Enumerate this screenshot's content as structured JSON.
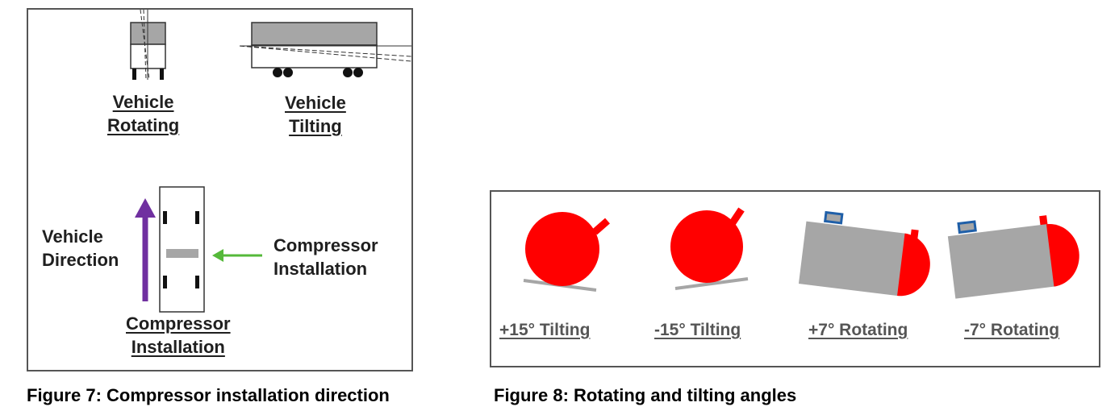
{
  "figure7": {
    "labels": {
      "vehicle_rotating": [
        "Vehicle",
        "Rotating"
      ],
      "vehicle_tilting": [
        "Vehicle",
        "Tilting"
      ],
      "vehicle_direction": [
        "Vehicle",
        "Direction"
      ],
      "compressor_installation_side": [
        "Compressor",
        "Installation"
      ],
      "compressor_installation_bottom": [
        "Compressor",
        "Installation"
      ]
    },
    "caption": "Figure 7: Compressor installation direction"
  },
  "figure8": {
    "angles": [
      "+15° Tilting",
      "-15° Tilting",
      "+7° Rotating",
      "-7° Rotating"
    ],
    "caption": "Figure 8: Rotating and tilting angles"
  },
  "colors": {
    "compressor_red": "#ff0000",
    "body_gray": "#a6a6a6",
    "arrow_purple": "#7030a0",
    "arrow_green": "#55b93a",
    "valve_blue": "#1f5fa8"
  }
}
